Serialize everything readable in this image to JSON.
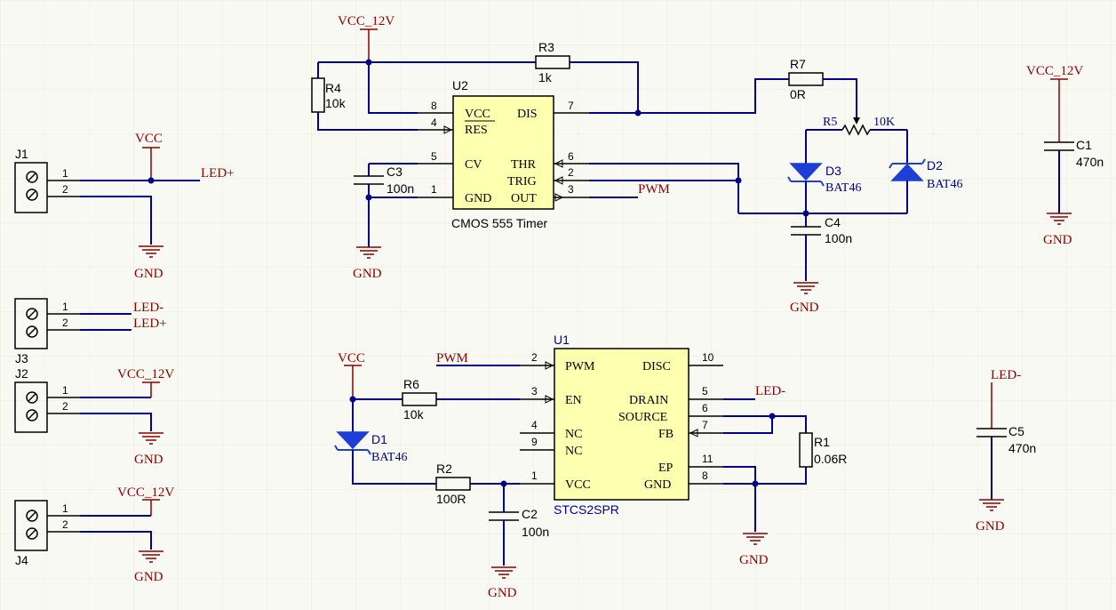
{
  "nets": {
    "vcc_12v": "VCC_12V",
    "vcc": "VCC",
    "gnd": "GND",
    "led_plus": "LED+",
    "led_minus": "LED-",
    "pwm": "PWM"
  },
  "connectors": {
    "j1": {
      "ref": "J1",
      "pin1": "1",
      "pin2": "2"
    },
    "j2": {
      "ref": "J2",
      "pin1": "1",
      "pin2": "2"
    },
    "j3": {
      "ref": "J3",
      "pin1": "1",
      "pin2": "2"
    },
    "j4": {
      "ref": "J4",
      "pin1": "1",
      "pin2": "2"
    }
  },
  "timer": {
    "ref": "U2",
    "name": "CMOS 555 Timer",
    "pins": {
      "vcc": "VCC",
      "res": "RES",
      "cv": "CV",
      "gnd": "GND",
      "dis": "DIS",
      "thr": "THR",
      "trig": "TRIG",
      "out": "OUT"
    },
    "pin_numbers": {
      "n8": "8",
      "n4": "4",
      "n5": "5",
      "n1": "1",
      "n7": "7",
      "n6": "6",
      "n2": "2",
      "n3": "3"
    }
  },
  "driver": {
    "ref": "U1",
    "name": "STCS2SPR",
    "pins": {
      "pwm": "PWM",
      "en": "EN",
      "nc1": "NC",
      "nc2": "NC",
      "vcc": "VCC",
      "disc": "DISC",
      "drain": "DRAIN",
      "source": "SOURCE",
      "fb": "FB",
      "ep": "EP",
      "gnd": "GND"
    },
    "pin_numbers": {
      "n2": "2",
      "n3": "3",
      "n4": "4",
      "n9": "9",
      "n1": "1",
      "n10": "10",
      "n5": "5",
      "n6": "6",
      "n7": "7",
      "n11": "11",
      "n8": "8"
    }
  },
  "resistors": {
    "r1": {
      "ref": "R1",
      "value": "0.06R"
    },
    "r2": {
      "ref": "R2",
      "value": "100R"
    },
    "r3": {
      "ref": "R3",
      "value": "1k"
    },
    "r4": {
      "ref": "R4",
      "value": "10k"
    },
    "r5": {
      "ref": "R5",
      "value": "10K"
    },
    "r6": {
      "ref": "R6",
      "value": "10k"
    },
    "r7": {
      "ref": "R7",
      "value": "0R"
    }
  },
  "capacitors": {
    "c1": {
      "ref": "C1",
      "value": "470n"
    },
    "c2": {
      "ref": "C2",
      "value": "100n"
    },
    "c3": {
      "ref": "C3",
      "value": "100n"
    },
    "c4": {
      "ref": "C4",
      "value": "100n"
    },
    "c5": {
      "ref": "C5",
      "value": "470n"
    }
  },
  "diodes": {
    "d1": {
      "ref": "D1",
      "value": "BAT46"
    },
    "d2": {
      "ref": "D2",
      "value": "BAT46"
    },
    "d3": {
      "ref": "D3",
      "value": "BAT46"
    }
  },
  "colors": {
    "background": "#f9f9f3",
    "wire": "#00008b",
    "power": "#8b0000",
    "ic_fill": "#ffffb0",
    "diode": "#1e3ed8"
  }
}
